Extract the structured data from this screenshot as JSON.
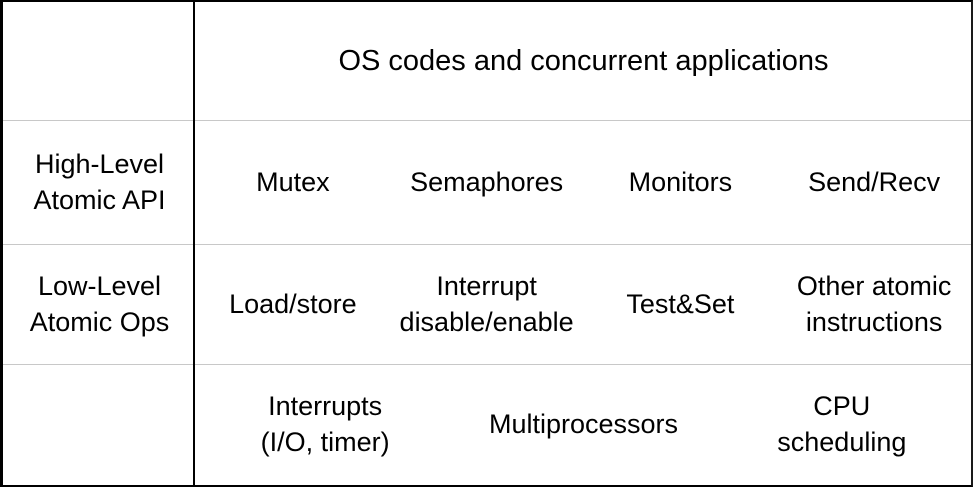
{
  "colors": {
    "background": "#ffffff",
    "text": "#000000",
    "outer_border": "#000000",
    "column_divider": "#000000",
    "row_separator": "#c8c8c8"
  },
  "header": {
    "title": "OS codes and concurrent applications"
  },
  "rows": [
    {
      "label": "High-Level\nAtomic API",
      "cells": [
        "Mutex",
        "Semaphores",
        "Monitors",
        "Send/Recv"
      ]
    },
    {
      "label": "Low-Level\nAtomic Ops",
      "cells": [
        "Load/store",
        "Interrupt\ndisable/enable",
        "Test&Set",
        "Other atomic\ninstructions"
      ]
    },
    {
      "label": "",
      "cells": [
        "Interrupts\n(I/O, timer)",
        "Multiprocessors",
        "CPU\nscheduling"
      ]
    }
  ]
}
